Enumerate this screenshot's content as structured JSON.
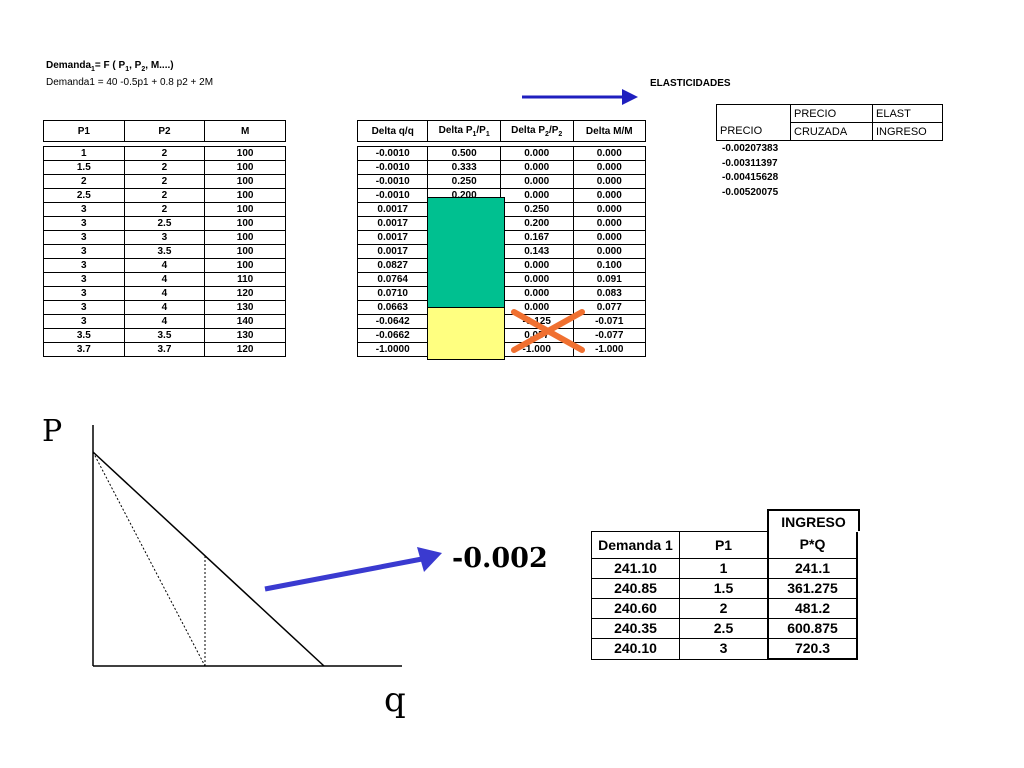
{
  "formula": {
    "line1_prefix": "Demanda",
    "line1_sub": "1",
    "line1_mid": "= F ( P",
    "line1_sub_a": "1",
    "line1_comma": ", P",
    "line1_sub_b": "2",
    "line1_end": ", M....)",
    "line2": "Demanda1 = 40 -0.5p1 + 0.8 p2 + 2M"
  },
  "elasticidades_label": "ELASTICIDADES",
  "colors": {
    "arrow": "#1f1fbf",
    "green": "#00c090",
    "yellow": "#ffff80",
    "cross": "#f07030"
  },
  "table_left": {
    "headers": [
      "P1",
      "P2",
      "M"
    ],
    "rows": [
      [
        "1",
        "2",
        "100"
      ],
      [
        "1.5",
        "2",
        "100"
      ],
      [
        "2",
        "2",
        "100"
      ],
      [
        "2.5",
        "2",
        "100"
      ],
      [
        "3",
        "2",
        "100"
      ],
      [
        "3",
        "2.5",
        "100"
      ],
      [
        "3",
        "3",
        "100"
      ],
      [
        "3",
        "3.5",
        "100"
      ],
      [
        "3",
        "4",
        "100"
      ],
      [
        "3",
        "4",
        "110"
      ],
      [
        "3",
        "4",
        "120"
      ],
      [
        "3",
        "4",
        "130"
      ],
      [
        "3",
        "4",
        "140"
      ],
      [
        "3.5",
        "3.5",
        "130"
      ],
      [
        "3.7",
        "3.7",
        "120"
      ]
    ]
  },
  "table_mid": {
    "headers": [
      "Delta q/q",
      "Delta P",
      "1",
      "/P",
      "1",
      "Delta P",
      "2",
      "/P",
      "2",
      "Delta M/M"
    ],
    "rows": [
      [
        "-0.0010",
        "0.500",
        "0.000",
        "0.000"
      ],
      [
        "-0.0010",
        "0.333",
        "0.000",
        "0.000"
      ],
      [
        "-0.0010",
        "0.250",
        "0.000",
        "0.000"
      ],
      [
        "-0.0010",
        "0.200",
        "0.000",
        "0.000"
      ],
      [
        "0.0017",
        "",
        "0.250",
        "0.000"
      ],
      [
        "0.0017",
        "",
        "0.200",
        "0.000"
      ],
      [
        "0.0017",
        "",
        "0.167",
        "0.000"
      ],
      [
        "0.0017",
        "",
        "0.143",
        "0.000"
      ],
      [
        "0.0827",
        "",
        "0.000",
        "0.100"
      ],
      [
        "0.0764",
        "",
        "0.000",
        "0.091"
      ],
      [
        "0.0710",
        "",
        "0.000",
        "0.083"
      ],
      [
        "0.0663",
        "",
        "0.000",
        "0.077"
      ],
      [
        "-0.0642",
        "",
        "-0.125",
        "-0.071"
      ],
      [
        "-0.0662",
        "",
        "0.057",
        "-0.077"
      ],
      [
        "-1.0000",
        "",
        "-1.000",
        "-1.000"
      ]
    ]
  },
  "elast_table": {
    "header_top": [
      "",
      "PRECIO",
      "ELAST"
    ],
    "header_bottom": [
      "PRECIO",
      "CRUZADA",
      "INGRESO"
    ],
    "values": [
      "-0.00207383",
      "-0.00311397",
      "-0.00415628",
      "-0.00520075"
    ]
  },
  "graph": {
    "p_label": "P",
    "q_label": "q",
    "value_label": "-0.002"
  },
  "table_right": {
    "top_header": "INGRESO",
    "headers": [
      "Demanda 1",
      "P1",
      "P*Q"
    ],
    "rows": [
      [
        "241.10",
        "1",
        "241.1"
      ],
      [
        "240.85",
        "1.5",
        "361.275"
      ],
      [
        "240.60",
        "2",
        "481.2"
      ],
      [
        "240.35",
        "2.5",
        "600.875"
      ],
      [
        "240.10",
        "3",
        "720.3"
      ]
    ]
  }
}
